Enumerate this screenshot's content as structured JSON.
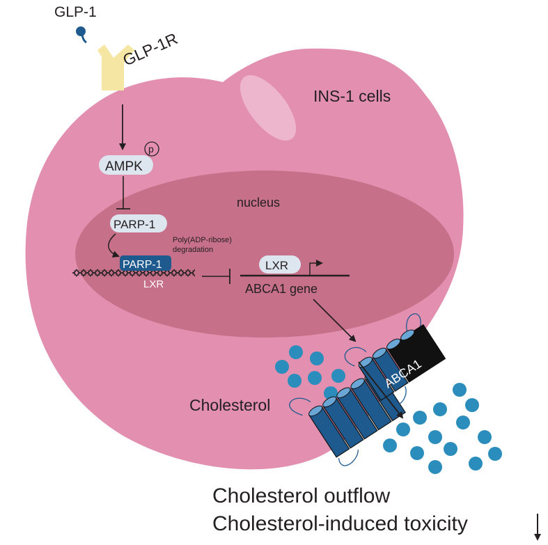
{
  "labels": {
    "ligand": "GLP-1",
    "receptor": "GLP-1R",
    "cell": "INS-1 cells",
    "kinase": "AMPK",
    "phospho": "p",
    "nucleus": "nucleus",
    "parp_free": "PARP-1",
    "parp_bound": "PARP-1",
    "degradation_line1": "Poly(ADP-ribose)",
    "degradation_line2": "degradation",
    "lxr_bound": "LXR",
    "lxr_promoter": "LXR",
    "gene": "ABCA1 gene",
    "transporter": "ABCA1",
    "cholesterol": "Cholesterol",
    "outcome_line1": "Cholesterol outflow",
    "outcome_line2": "Cholesterol-induced toxicity"
  },
  "colors": {
    "cell_body": "#e28fb0",
    "nucleus": "#c77089",
    "receptor": "#f5e6a3",
    "ligand": "#1f5a8e",
    "pill": "#dde5ee",
    "transporter": "#1f5a8e",
    "cholesterol": "#2a8dbb"
  }
}
